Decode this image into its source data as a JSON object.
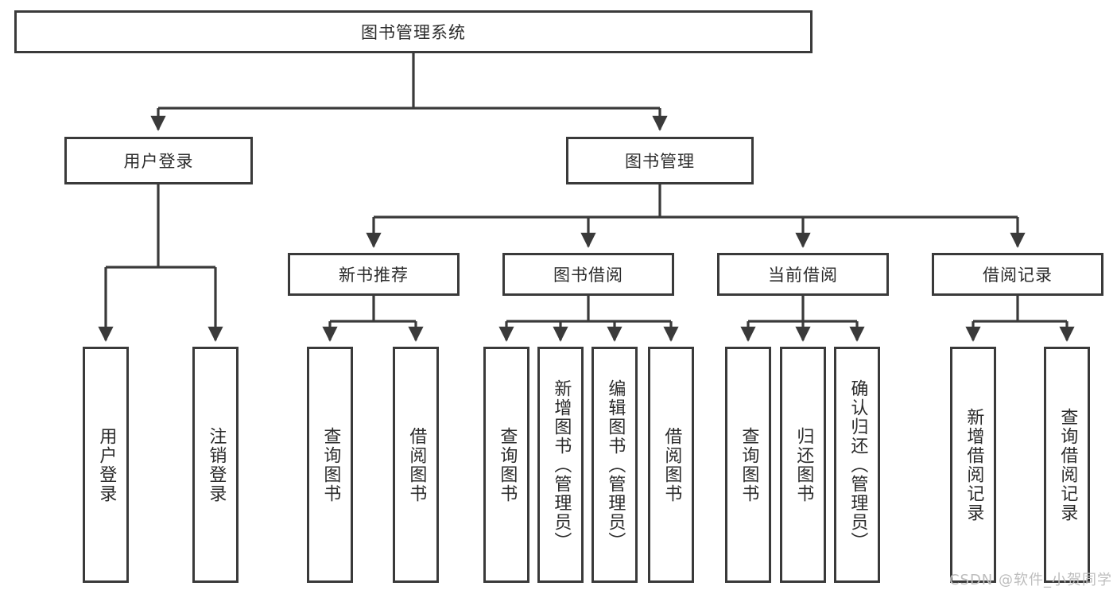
{
  "diagram": {
    "type": "tree",
    "title": "图书管理系统",
    "root": {
      "id": "root",
      "label": "图书管理系统"
    },
    "level1": [
      {
        "id": "user-login",
        "label": "用户登录"
      },
      {
        "id": "book-manage",
        "label": "图书管理"
      }
    ],
    "level2": [
      {
        "id": "new-book-rec",
        "label": "新书推荐",
        "parent": "book-manage"
      },
      {
        "id": "book-borrow",
        "label": "图书借阅",
        "parent": "book-manage"
      },
      {
        "id": "current-borrow",
        "label": "当前借阅",
        "parent": "book-manage"
      },
      {
        "id": "borrow-record",
        "label": "借阅记录",
        "parent": "book-manage"
      }
    ],
    "leaves": [
      {
        "id": "leaf-user-login",
        "label": "用户登录",
        "parent": "user-login"
      },
      {
        "id": "leaf-logout-login",
        "label": "注销登录",
        "parent": "user-login"
      },
      {
        "id": "leaf-query-book-rec",
        "label": "查询图书",
        "parent": "new-book-rec"
      },
      {
        "id": "leaf-borrow-book-rec",
        "label": "借阅图书",
        "parent": "new-book-rec"
      },
      {
        "id": "leaf-query-book-borrow",
        "label": "查询图书",
        "parent": "book-borrow"
      },
      {
        "id": "leaf-add-book-admin",
        "label": "新增图书（管理员）",
        "parent": "book-borrow"
      },
      {
        "id": "leaf-edit-book-admin",
        "label": "编辑图书（管理员）",
        "parent": "book-borrow"
      },
      {
        "id": "leaf-borrow-book",
        "label": "借阅图书",
        "parent": "book-borrow"
      },
      {
        "id": "leaf-query-book-current",
        "label": "查询图书",
        "parent": "current-borrow"
      },
      {
        "id": "leaf-return-book",
        "label": "归还图书",
        "parent": "current-borrow"
      },
      {
        "id": "leaf-confirm-return-admin",
        "label": "确认归还（管理员）",
        "parent": "current-borrow"
      },
      {
        "id": "leaf-add-borrow-record",
        "label": "新增借阅记录",
        "parent": "borrow-record"
      },
      {
        "id": "leaf-query-borrow-record",
        "label": "查询借阅记录",
        "parent": "borrow-record"
      }
    ],
    "colors": {
      "border": "#3a3a3a",
      "background": "#ffffff",
      "text": "#2b2b2b",
      "edge": "#3a3a3a",
      "watermark": "#bdbdbd"
    }
  },
  "watermark": {
    "text": "CSDN @软件_小贺同学"
  }
}
